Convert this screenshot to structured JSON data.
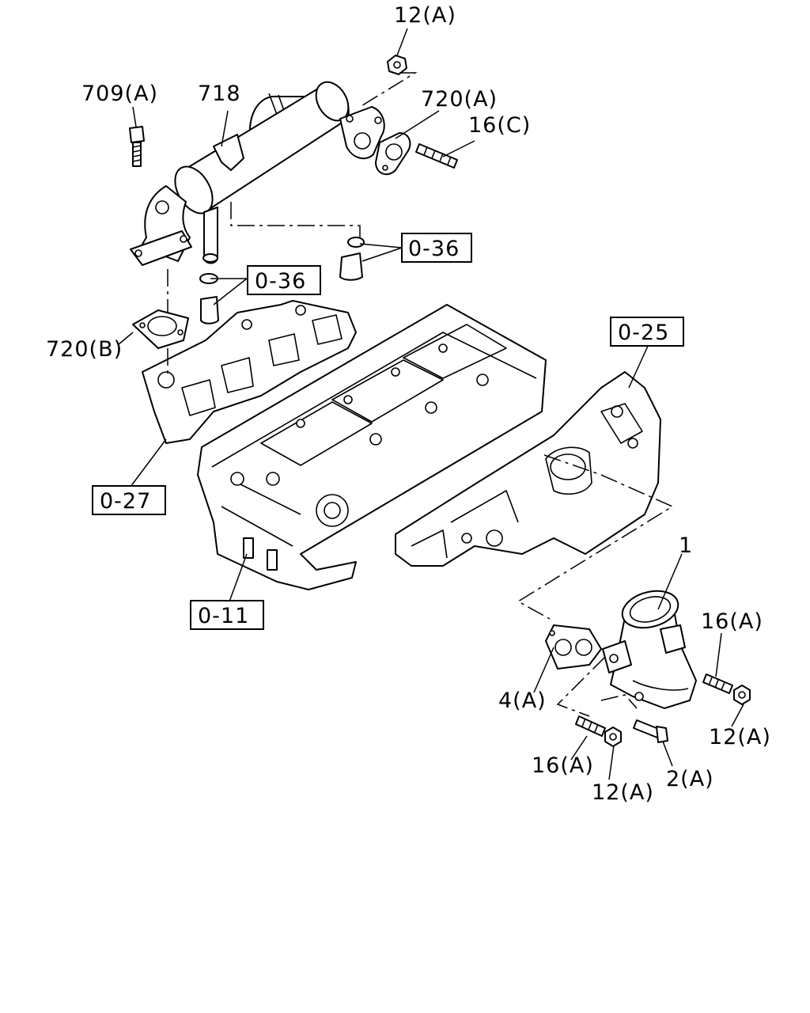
{
  "part_labels": {
    "nut_12a_top": "12(A)",
    "bolt_709a": "709(A)",
    "cooler_718": "718",
    "gasket_720a": "720(A)",
    "stud_16c": "16(C)",
    "gasket_720b": "720(B)",
    "housing_1": "1",
    "stud_16a_right": "16(A)",
    "gasket_4a": "4(A)",
    "nut_12a_right": "12(A)",
    "stud_16a_bottom": "16(A)",
    "bolt_2a": "2(A)",
    "nut_12a_bottom": "12(A)"
  },
  "reference_boxes": {
    "ref_0_36_right": "0-36",
    "ref_0_36_left": "0-36",
    "ref_0_25": "0-25",
    "ref_0_27": "0-27",
    "ref_0_11": "0-11"
  }
}
